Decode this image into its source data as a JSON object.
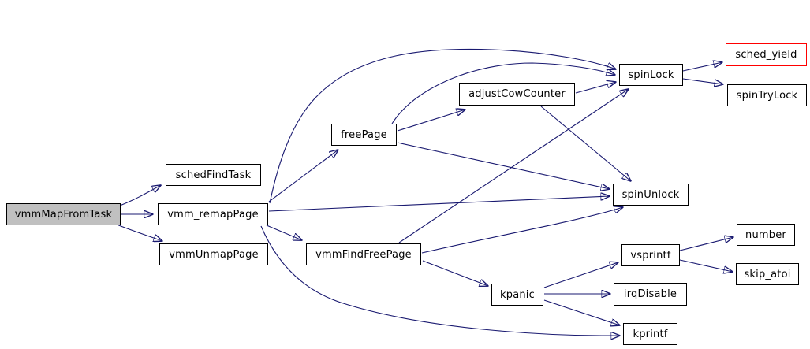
{
  "diagram": {
    "type": "call-graph",
    "nodes": {
      "vmmMapFromTask": {
        "label": "vmmMapFromTask",
        "style": "current"
      },
      "schedFindTask": {
        "label": "schedFindTask",
        "style": "normal"
      },
      "vmm_remapPage": {
        "label": "vmm_remapPage",
        "style": "normal"
      },
      "vmmUnmapPage": {
        "label": "vmmUnmapPage",
        "style": "normal"
      },
      "freePage": {
        "label": "freePage",
        "style": "normal"
      },
      "adjustCowCounter": {
        "label": "adjustCowCounter",
        "style": "normal"
      },
      "vmmFindFreePage": {
        "label": "vmmFindFreePage",
        "style": "normal"
      },
      "spinLock": {
        "label": "spinLock",
        "style": "normal"
      },
      "sched_yield": {
        "label": "sched_yield",
        "style": "alert"
      },
      "spinTryLock": {
        "label": "spinTryLock",
        "style": "normal"
      },
      "spinUnlock": {
        "label": "spinUnlock",
        "style": "normal"
      },
      "vsprintf": {
        "label": "vsprintf",
        "style": "normal"
      },
      "number": {
        "label": "number",
        "style": "normal"
      },
      "skip_atoi": {
        "label": "skip_atoi",
        "style": "normal"
      },
      "kpanic": {
        "label": "kpanic",
        "style": "normal"
      },
      "irqDisable": {
        "label": "irqDisable",
        "style": "normal"
      },
      "kprintf": {
        "label": "kprintf",
        "style": "normal"
      }
    },
    "edges": [
      {
        "from": "vmmMapFromTask",
        "to": "schedFindTask"
      },
      {
        "from": "vmmMapFromTask",
        "to": "vmm_remapPage"
      },
      {
        "from": "vmmMapFromTask",
        "to": "vmmUnmapPage"
      },
      {
        "from": "vmm_remapPage",
        "to": "spinLock"
      },
      {
        "from": "vmm_remapPage",
        "to": "freePage"
      },
      {
        "from": "vmm_remapPage",
        "to": "spinUnlock"
      },
      {
        "from": "vmm_remapPage",
        "to": "vmmFindFreePage"
      },
      {
        "from": "vmm_remapPage",
        "to": "kprintf"
      },
      {
        "from": "freePage",
        "to": "spinLock"
      },
      {
        "from": "freePage",
        "to": "adjustCowCounter"
      },
      {
        "from": "freePage",
        "to": "spinUnlock"
      },
      {
        "from": "adjustCowCounter",
        "to": "spinLock"
      },
      {
        "from": "adjustCowCounter",
        "to": "spinUnlock"
      },
      {
        "from": "vmmFindFreePage",
        "to": "spinLock"
      },
      {
        "from": "vmmFindFreePage",
        "to": "spinUnlock"
      },
      {
        "from": "vmmFindFreePage",
        "to": "kpanic"
      },
      {
        "from": "kpanic",
        "to": "vsprintf"
      },
      {
        "from": "kpanic",
        "to": "irqDisable"
      },
      {
        "from": "kpanic",
        "to": "kprintf"
      },
      {
        "from": "vsprintf",
        "to": "number"
      },
      {
        "from": "vsprintf",
        "to": "skip_atoi"
      },
      {
        "from": "spinLock",
        "to": "sched_yield"
      },
      {
        "from": "spinLock",
        "to": "spinTryLock"
      }
    ],
    "colors": {
      "edge": "#191970",
      "node_border": "#000000",
      "node_fill": "#ffffff",
      "current_node_fill": "#c0c0c0",
      "alert_node_border": "#ff0000",
      "text": "#000000",
      "background": "#ffffff"
    }
  }
}
